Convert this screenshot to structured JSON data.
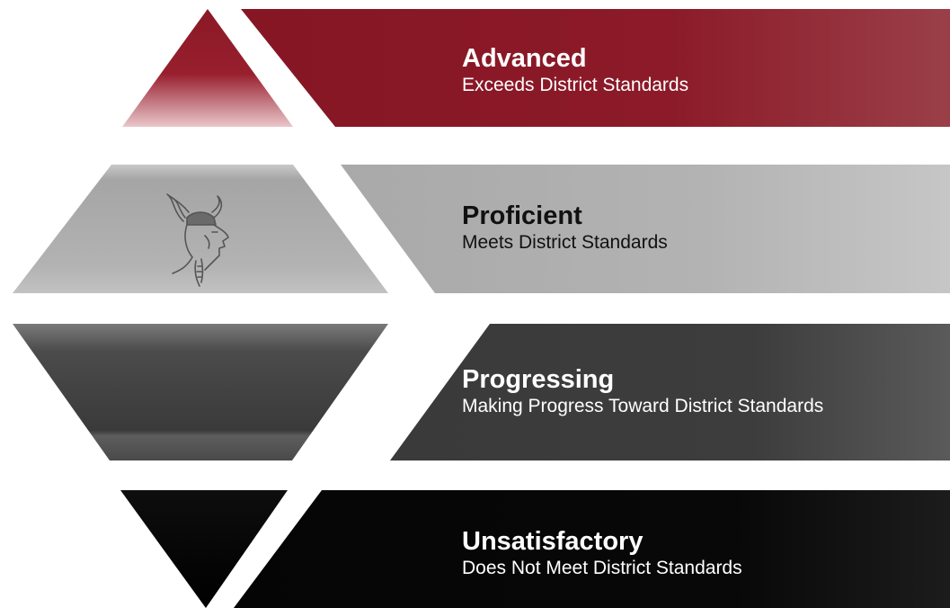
{
  "tiers": [
    {
      "key": "advanced",
      "title": "Advanced",
      "description": "Exceeds District Standards",
      "color": "#8e1b29",
      "shape": "triangle-up"
    },
    {
      "key": "proficient",
      "title": "Proficient",
      "description": "Meets District Standards",
      "color": "#b3b3b3",
      "shape": "trapezoid-up",
      "icon": "viking-head-icon"
    },
    {
      "key": "progressing",
      "title": "Progressing",
      "description": "Making Progress Toward District Standards",
      "color": "#3f3f3f",
      "shape": "trapezoid-down"
    },
    {
      "key": "unsatisfactory",
      "title": "Unsatisfactory",
      "description": "Does Not Meet District Standards",
      "color": "#0a0a0a",
      "shape": "triangle-down"
    }
  ]
}
